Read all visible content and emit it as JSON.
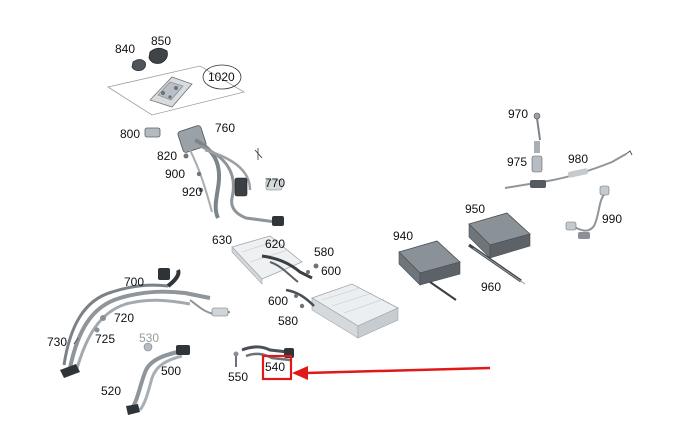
{
  "colors": {
    "background": "#ffffff",
    "part_light": "#e9ecee",
    "part_mid": "#b9bfc4",
    "part_dark": "#5d6369",
    "cable": "#8e959b",
    "highlight": "#e01818",
    "label": "#111111",
    "label_dim": "#9a9a9a"
  },
  "labels": {
    "p840": "840",
    "p850": "850",
    "p1020": "1020",
    "p800": "800",
    "p760": "760",
    "p820": "820",
    "p900": "900",
    "p920": "920",
    "p770": "770",
    "p630": "630",
    "p620": "620",
    "p580a": "580",
    "p600a": "600",
    "p600b": "600",
    "p580b": "580",
    "p700": "700",
    "p720": "720",
    "p725": "725",
    "p730": "730",
    "p530": "530",
    "p500": "500",
    "p520": "520",
    "p550": "550",
    "p540": "540",
    "p940": "940",
    "p950": "950",
    "p960": "960",
    "p970": "970",
    "p975": "975",
    "p980": "980",
    "p990": "990"
  },
  "highlighted_part": "540"
}
